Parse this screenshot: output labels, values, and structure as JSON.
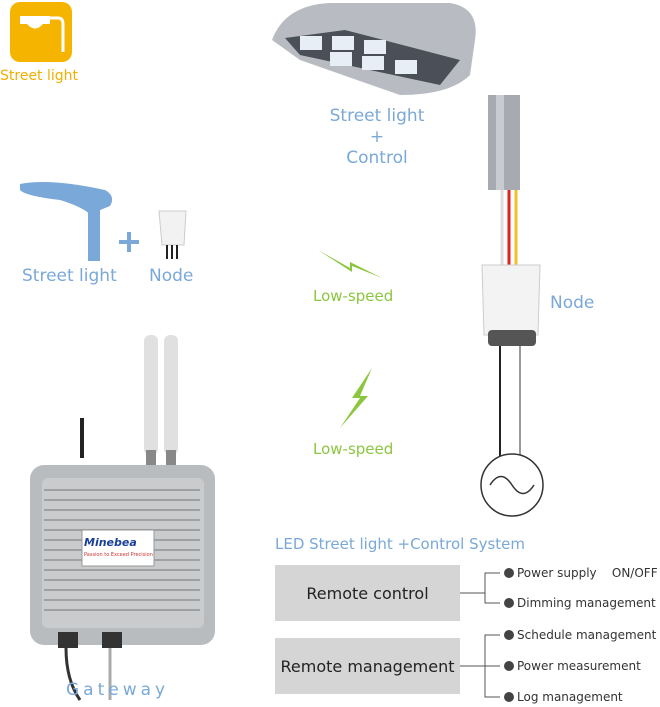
{
  "icon": {
    "label": "Street light",
    "name": "street-light-icon"
  },
  "left_legend": {
    "street_light": "Street light",
    "plus": "+",
    "node": "Node"
  },
  "main_light": {
    "line1": "Street light",
    "line2": "+",
    "line3": "Control"
  },
  "links": [
    {
      "label": "Low-speed"
    },
    {
      "label": "Low-speed"
    }
  ],
  "node_label": "Node",
  "gateway": {
    "label": "Gateway",
    "brand": "Minebea",
    "tagline": "Passion to Exceed Precision"
  },
  "system": {
    "title": "LED Street light +Control System",
    "groups": [
      {
        "label": "Remote control",
        "items": [
          "Power supply    ON/OFF",
          "Dimming management"
        ]
      },
      {
        "label": "Remote management",
        "items": [
          "Schedule management",
          "Power measurement",
          "Log management"
        ]
      }
    ]
  },
  "colors": {
    "orange": "#f5b400",
    "blue": "#7aa8d8",
    "green": "#8cc63f",
    "box": "#d5d5d5"
  }
}
